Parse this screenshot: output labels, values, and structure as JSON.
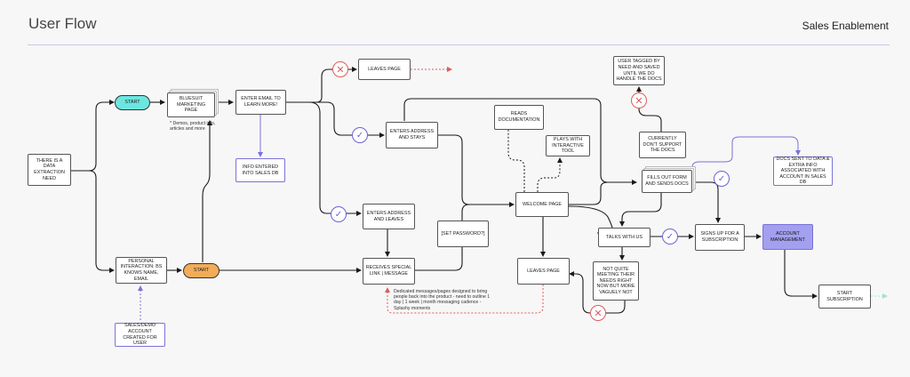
{
  "header": {
    "title": "User Flow",
    "subtitle": "Sales Enablement"
  },
  "nodes": {
    "data_need": "THERE IS A DATA EXTRACTION NEED",
    "start_top": "START",
    "bluesuit": "BLUESUIT MARKETING PAGE",
    "enter_email": "ENTER EMAIL TO LEARN MORE!",
    "info_entered": "INFO ENTERED INTO SALES DB",
    "leaves_top": "LEAVES PAGE",
    "enters_stays": "ENTERS ADDRESS AND STAYS",
    "enters_leaves": "ENTERS ADDRESS AND LEAVES",
    "receives": "RECEIVES SPECIAL LINK | MESSAGE",
    "personal": "PERSONAL INTERACTION: BS KNOWS NAME, EMAIL",
    "start_bottom": "START",
    "salesdemo": "SALES/DEMO ACCOUNT CREATED FOR USER",
    "set_password": "[SET PASSWORD?]",
    "welcome": "WELCOME PAGE",
    "reads_doc": "READS DOCUMENTATION",
    "plays": "PLAYS WITH INTERACTIVE TOOL",
    "leaves_mid": "LEAVES PAGE",
    "tagged": "USER TAGGED BY NEED AND SAVED UNTIL WE DO HANDLE THE DOCS",
    "currently": "CURRENTLY DON'T SUPPORT THE DOCS",
    "fills": "FILLS OUT FORM AND SENDS DOCS",
    "docs_sent": "DOCS SENT TO DATA & EXTRA INFO ASSOCIATED WITH ACCOUNT IN SALES DB",
    "talks": "TALKS WITH US",
    "signs_up": "SIGNS UP FOR A SUBSCRIPTION",
    "account_mgmt": "ACCOUNT MANAGEMENT",
    "not_quite": "NOT QUITE MEETING THEIR NEEDS RIGHT NOW BUT MORE VAGUELY NOT",
    "start_sub": "START SUBSCRIPTION"
  },
  "notes": {
    "demos": "* Demos, product info, articles and more",
    "dedicated": "Dedicated messages/pages designed to bring people back into the product - need to outline 1 day | 1 week | month messaging cadence - Splashy moments"
  },
  "symbols": {
    "x": "✕",
    "check": "✓"
  },
  "colors": {
    "accent": "#7a72d8",
    "teal": "#6de6e0",
    "orange": "#f3ac59",
    "filled": "#a3a0ef",
    "reject": "#e05a5a",
    "line": "#1a1a1a"
  }
}
